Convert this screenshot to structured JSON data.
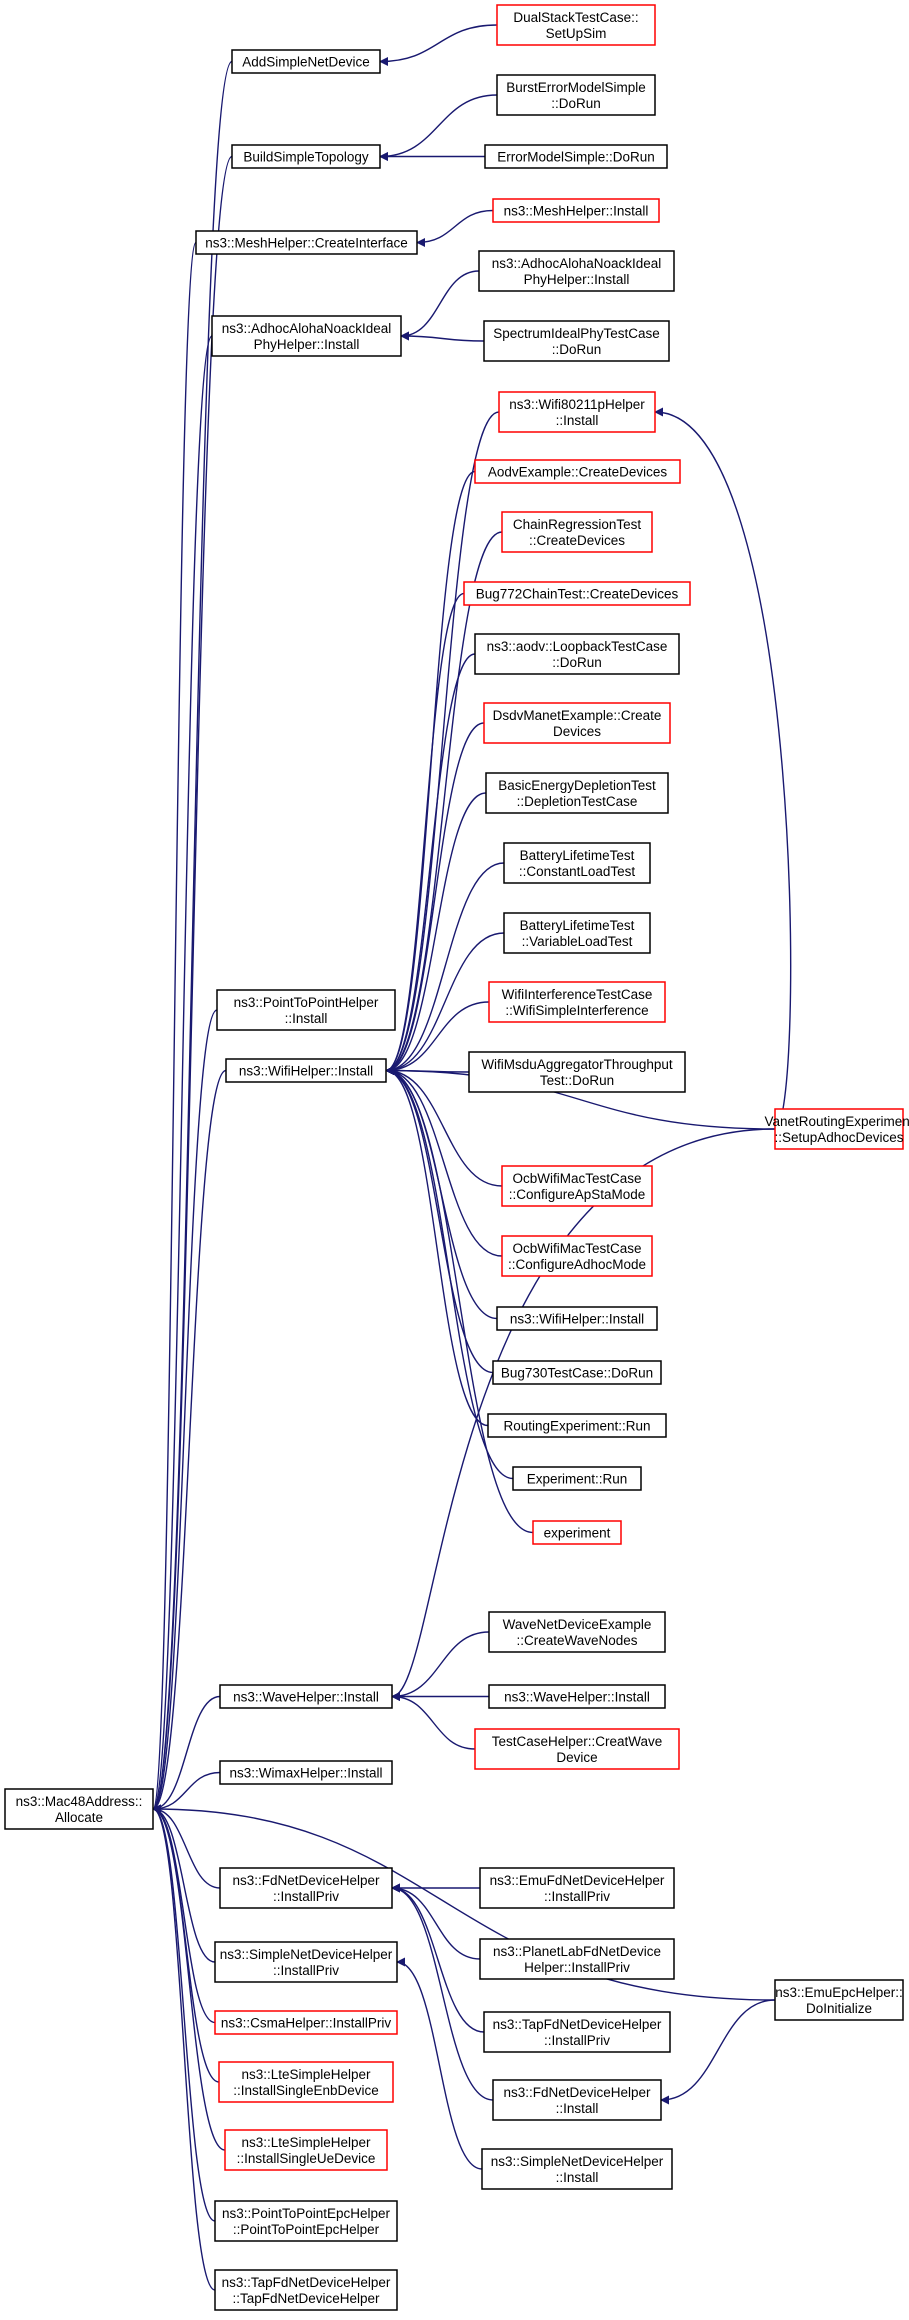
{
  "colors": {
    "edge": "#191970",
    "border_default": "#000000",
    "border_highlight": "#ff0000",
    "root_fill": "#bfbfbf",
    "node_fill": "#ffffff"
  },
  "nodes": [
    {
      "id": "root",
      "lines": [
        "ns3::Mac48Address::",
        "Allocate"
      ],
      "variant": "root"
    },
    {
      "id": "addsimple",
      "lines": [
        "AddSimpleNetDevice"
      ],
      "variant": "default"
    },
    {
      "id": "dualstack",
      "lines": [
        "DualStackTestCase::",
        "SetUpSim"
      ],
      "variant": "red"
    },
    {
      "id": "buildsimple",
      "lines": [
        "BuildSimpleTopology"
      ],
      "variant": "default"
    },
    {
      "id": "bursterror",
      "lines": [
        "BurstErrorModelSimple",
        "::DoRun"
      ],
      "variant": "default"
    },
    {
      "id": "errormodel",
      "lines": [
        "ErrorModelSimple::DoRun"
      ],
      "variant": "default"
    },
    {
      "id": "meshcreate",
      "lines": [
        "ns3::MeshHelper::CreateInterface"
      ],
      "variant": "default"
    },
    {
      "id": "meshinstall",
      "lines": [
        "ns3::MeshHelper::Install"
      ],
      "variant": "red"
    },
    {
      "id": "adhocleft",
      "lines": [
        "ns3::AdhocAlohaNoackIdeal",
        "PhyHelper::Install"
      ],
      "variant": "default"
    },
    {
      "id": "adhocright",
      "lines": [
        "ns3::AdhocAlohaNoackIdeal",
        "PhyHelper::Install"
      ],
      "variant": "default"
    },
    {
      "id": "spectrum",
      "lines": [
        "SpectrumIdealPhyTestCase",
        "::DoRun"
      ],
      "variant": "default"
    },
    {
      "id": "wifi80211p",
      "lines": [
        "ns3::Wifi80211pHelper",
        "::Install"
      ],
      "variant": "red"
    },
    {
      "id": "aodvex",
      "lines": [
        "AodvExample::CreateDevices"
      ],
      "variant": "red"
    },
    {
      "id": "chainreg",
      "lines": [
        "ChainRegressionTest",
        "::CreateDevices"
      ],
      "variant": "red"
    },
    {
      "id": "bug772",
      "lines": [
        "Bug772ChainTest::CreateDevices"
      ],
      "variant": "red"
    },
    {
      "id": "aodvloop",
      "lines": [
        "ns3::aodv::LoopbackTestCase",
        "::DoRun"
      ],
      "variant": "default"
    },
    {
      "id": "dsdv",
      "lines": [
        "DsdvManetExample::Create",
        "Devices"
      ],
      "variant": "red"
    },
    {
      "id": "basicenergy",
      "lines": [
        "BasicEnergyDepletionTest",
        "::DepletionTestCase"
      ],
      "variant": "default"
    },
    {
      "id": "battconst",
      "lines": [
        "BatteryLifetimeTest",
        "::ConstantLoadTest"
      ],
      "variant": "default"
    },
    {
      "id": "battvar",
      "lines": [
        "BatteryLifetimeTest",
        "::VariableLoadTest"
      ],
      "variant": "default"
    },
    {
      "id": "wifiinterf",
      "lines": [
        "WifiInterferenceTestCase",
        "::WifiSimpleInterference"
      ],
      "variant": "red"
    },
    {
      "id": "wifimsdu",
      "lines": [
        "WifiMsduAggregatorThroughput",
        "Test::DoRun"
      ],
      "variant": "default"
    },
    {
      "id": "p2pinstall",
      "lines": [
        "ns3::PointToPointHelper",
        "::Install"
      ],
      "variant": "default"
    },
    {
      "id": "wifihelper",
      "lines": [
        "ns3::WifiHelper::Install"
      ],
      "variant": "default"
    },
    {
      "id": "vanet",
      "lines": [
        "VanetRoutingExperiment",
        "::SetupAdhocDevices"
      ],
      "variant": "red"
    },
    {
      "id": "ocbapsta",
      "lines": [
        "OcbWifiMacTestCase",
        "::ConfigureApStaMode"
      ],
      "variant": "red"
    },
    {
      "id": "ocbadhoc",
      "lines": [
        "OcbWifiMacTestCase",
        "::ConfigureAdhocMode"
      ],
      "variant": "red"
    },
    {
      "id": "wifihelper2",
      "lines": [
        "ns3::WifiHelper::Install"
      ],
      "variant": "default"
    },
    {
      "id": "bug730",
      "lines": [
        "Bug730TestCase::DoRun"
      ],
      "variant": "default"
    },
    {
      "id": "routingexp",
      "lines": [
        "RoutingExperiment::Run"
      ],
      "variant": "default"
    },
    {
      "id": "experimentrun",
      "lines": [
        "Experiment::Run"
      ],
      "variant": "default"
    },
    {
      "id": "experiment",
      "lines": [
        "experiment"
      ],
      "variant": "red"
    },
    {
      "id": "wavenetex",
      "lines": [
        "WaveNetDeviceExample",
        "::CreateWaveNodes"
      ],
      "variant": "default"
    },
    {
      "id": "wavehelper",
      "lines": [
        "ns3::WaveHelper::Install"
      ],
      "variant": "default"
    },
    {
      "id": "wavehelper2",
      "lines": [
        "ns3::WaveHelper::Install"
      ],
      "variant": "default"
    },
    {
      "id": "testcasehelper",
      "lines": [
        "TestCaseHelper::CreatWave",
        "Device"
      ],
      "variant": "red"
    },
    {
      "id": "wimax",
      "lines": [
        "ns3::WimaxHelper::Install"
      ],
      "variant": "default"
    },
    {
      "id": "fdnetpriv",
      "lines": [
        "ns3::FdNetDeviceHelper",
        "::InstallPriv"
      ],
      "variant": "default"
    },
    {
      "id": "emufd",
      "lines": [
        "ns3::EmuFdNetDeviceHelper",
        "::InstallPriv"
      ],
      "variant": "default"
    },
    {
      "id": "planetlab",
      "lines": [
        "ns3::PlanetLabFdNetDevice",
        "Helper::InstallPriv"
      ],
      "variant": "default"
    },
    {
      "id": "emuepc",
      "lines": [
        "ns3::EmuEpcHelper::",
        "DoInitialize"
      ],
      "variant": "default"
    },
    {
      "id": "simplenetpriv",
      "lines": [
        "ns3::SimpleNetDeviceHelper",
        "::InstallPriv"
      ],
      "variant": "default"
    },
    {
      "id": "tapfdpriv",
      "lines": [
        "ns3::TapFdNetDeviceHelper",
        "::InstallPriv"
      ],
      "variant": "default"
    },
    {
      "id": "csma",
      "lines": [
        "ns3::CsmaHelper::InstallPriv"
      ],
      "variant": "red"
    },
    {
      "id": "fdnetinstall",
      "lines": [
        "ns3::FdNetDeviceHelper",
        "::Install"
      ],
      "variant": "default"
    },
    {
      "id": "ltesimpleenb",
      "lines": [
        "ns3::LteSimpleHelper",
        "::InstallSingleEnbDevice"
      ],
      "variant": "red"
    },
    {
      "id": "ltesimpleue",
      "lines": [
        "ns3::LteSimpleHelper",
        "::InstallSingleUeDevice"
      ],
      "variant": "red"
    },
    {
      "id": "simplenetinstall",
      "lines": [
        "ns3::SimpleNetDeviceHelper",
        "::Install"
      ],
      "variant": "default"
    },
    {
      "id": "p2pepc",
      "lines": [
        "ns3::PointToPointEpcHelper",
        "::PointToPointEpcHelper"
      ],
      "variant": "default"
    },
    {
      "id": "tapfdctor",
      "lines": [
        "ns3::TapFdNetDeviceHelper",
        "::TapFdNetDeviceHelper"
      ],
      "variant": "default"
    }
  ],
  "edges": [
    {
      "from": "addsimple",
      "to": "root"
    },
    {
      "from": "dualstack",
      "to": "addsimple"
    },
    {
      "from": "buildsimple",
      "to": "root"
    },
    {
      "from": "bursterror",
      "to": "buildsimple"
    },
    {
      "from": "errormodel",
      "to": "buildsimple"
    },
    {
      "from": "meshcreate",
      "to": "root"
    },
    {
      "from": "meshinstall",
      "to": "meshcreate"
    },
    {
      "from": "adhocleft",
      "to": "root"
    },
    {
      "from": "adhocright",
      "to": "adhocleft"
    },
    {
      "from": "spectrum",
      "to": "adhocleft"
    },
    {
      "from": "p2pinstall",
      "to": "root"
    },
    {
      "from": "wifihelper",
      "to": "root"
    },
    {
      "from": "wifi80211p",
      "to": "wifihelper"
    },
    {
      "from": "aodvex",
      "to": "wifihelper"
    },
    {
      "from": "chainreg",
      "to": "wifihelper"
    },
    {
      "from": "bug772",
      "to": "wifihelper"
    },
    {
      "from": "aodvloop",
      "to": "wifihelper"
    },
    {
      "from": "dsdv",
      "to": "wifihelper"
    },
    {
      "from": "basicenergy",
      "to": "wifihelper"
    },
    {
      "from": "battconst",
      "to": "wifihelper"
    },
    {
      "from": "battvar",
      "to": "wifihelper"
    },
    {
      "from": "wifiinterf",
      "to": "wifihelper"
    },
    {
      "from": "wifimsdu",
      "to": "wifihelper"
    },
    {
      "from": "vanet",
      "to": "wifihelper"
    },
    {
      "from": "vanet",
      "to": "wifi80211p"
    },
    {
      "from": "vanet",
      "to": "wavehelper"
    },
    {
      "from": "ocbapsta",
      "to": "wifihelper"
    },
    {
      "from": "ocbadhoc",
      "to": "wifihelper"
    },
    {
      "from": "wifihelper2",
      "to": "wifihelper"
    },
    {
      "from": "bug730",
      "to": "wifihelper"
    },
    {
      "from": "routingexp",
      "to": "wifihelper"
    },
    {
      "from": "experimentrun",
      "to": "wifihelper"
    },
    {
      "from": "experiment",
      "to": "wifihelper"
    },
    {
      "from": "wavehelper",
      "to": "root"
    },
    {
      "from": "wavenetex",
      "to": "wavehelper"
    },
    {
      "from": "wavehelper2",
      "to": "wavehelper"
    },
    {
      "from": "testcasehelper",
      "to": "wavehelper"
    },
    {
      "from": "wimax",
      "to": "root"
    },
    {
      "from": "emuepc",
      "to": "root"
    },
    {
      "from": "fdnetpriv",
      "to": "root"
    },
    {
      "from": "emufd",
      "to": "fdnetpriv"
    },
    {
      "from": "planetlab",
      "to": "fdnetpriv"
    },
    {
      "from": "tapfdpriv",
      "to": "fdnetpriv"
    },
    {
      "from": "fdnetinstall",
      "to": "fdnetpriv"
    },
    {
      "from": "emuepc",
      "to": "fdnetinstall"
    },
    {
      "from": "simplenetpriv",
      "to": "root"
    },
    {
      "from": "simplenetinstall",
      "to": "simplenetpriv"
    },
    {
      "from": "csma",
      "to": "root"
    },
    {
      "from": "ltesimpleenb",
      "to": "root"
    },
    {
      "from": "ltesimpleue",
      "to": "root"
    },
    {
      "from": "p2pepc",
      "to": "root"
    },
    {
      "from": "tapfdctor",
      "to": "root"
    }
  ]
}
